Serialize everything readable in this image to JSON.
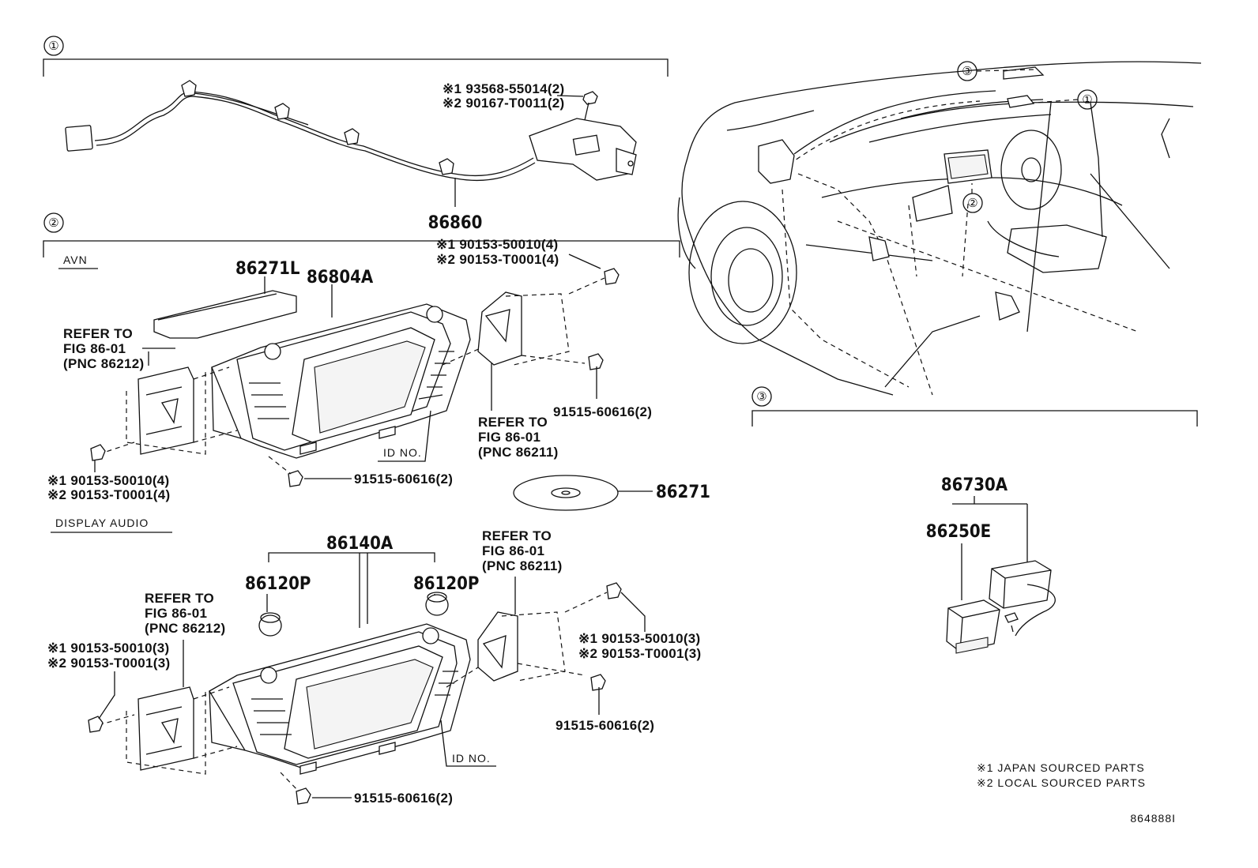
{
  "section1": {
    "num": "①",
    "part_no": "86860",
    "bolt_jp": "※1 93568-55014(2)",
    "bolt_local": "※2 90167-T0011(2)"
  },
  "section2": {
    "num": "②",
    "avn_title": "AVN",
    "display_audio_title": "DISPLAY AUDIO",
    "p_86271L": "86271L",
    "p_86804A": "86804A",
    "p_86271": "86271",
    "p_86140A": "86140A",
    "p_86120P_left": "86120P",
    "p_86120P_right": "86120P",
    "avn_refer_left": [
      "REFER TO",
      "FIG 86-01",
      "(PNC 86212)"
    ],
    "avn_refer_right": [
      "REFER TO",
      "FIG 86-01",
      "(PNC 86211)"
    ],
    "avn_screw_tr_1": "※1 90153-50010(4)",
    "avn_screw_tr_2": "※2 90153-T0001(4)",
    "avn_screw_bl_1": "※1 90153-50010(4)",
    "avn_screw_bl_2": "※2 90153-T0001(4)",
    "avn_bolt_right": "91515-60616(2)",
    "avn_bolt_bottom": "91515-60616(2)",
    "avn_id": "ID NO.",
    "da_refer_left": [
      "REFER TO",
      "FIG 86-01",
      "(PNC 86212)"
    ],
    "da_refer_right": [
      "REFER TO",
      "FIG 86-01",
      "(PNC 86211)"
    ],
    "da_screw_left_1": "※1 90153-50010(3)",
    "da_screw_left_2": "※2 90153-T0001(3)",
    "da_screw_right_1": "※1 90153-50010(3)",
    "da_screw_right_2": "※2 90153-T0001(3)",
    "da_bolt_right": "91515-60616(2)",
    "da_bolt_bottom": "91515-60616(2)",
    "da_id": "ID NO."
  },
  "section3": {
    "num": "③",
    "p_86730A": "86730A",
    "p_86250E": "86250E"
  },
  "vehicle_callouts": [
    "③",
    "①",
    "②"
  ],
  "notes": {
    "note1": "※1 JAPAN SOURCED PARTS",
    "note2": "※2 LOCAL SOURCED PARTS"
  },
  "figure_id": "864888I"
}
